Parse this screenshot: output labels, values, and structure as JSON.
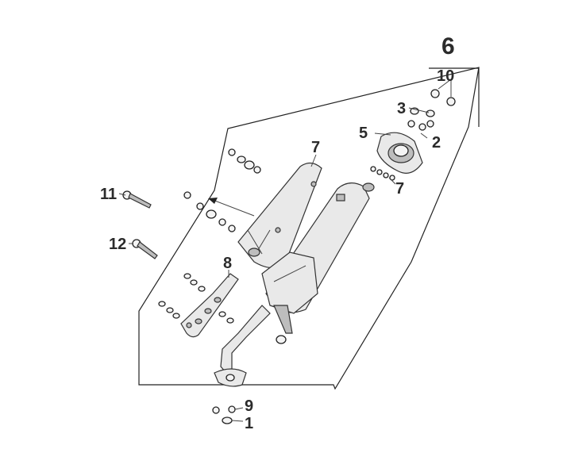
{
  "callouts": {
    "c1": "1",
    "c2": "2",
    "c3": "3",
    "c5": "5",
    "c6": "6",
    "c7a": "7",
    "c7b": "7",
    "c8": "8",
    "c9": "9",
    "c10": "10",
    "c11": "11",
    "c12": "12"
  }
}
